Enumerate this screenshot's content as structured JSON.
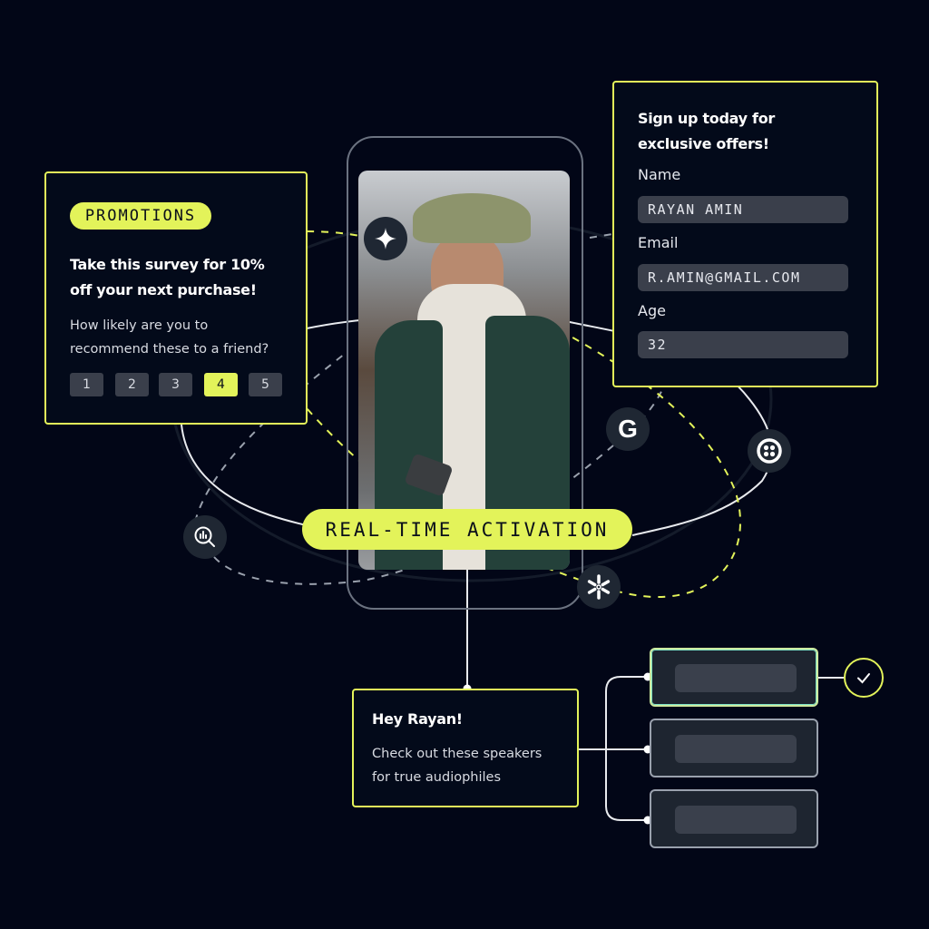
{
  "colors": {
    "background": "#020617",
    "accent": "#e3f35a",
    "teal": "#7fe3c8"
  },
  "promo_card": {
    "badge": "PROMOTIONS",
    "title_line1": "Take this survey for 10%",
    "title_line2": "off your next purchase!",
    "question_line1": "How likely are you to",
    "question_line2": "recommend these to a friend?",
    "ratings": [
      "1",
      "2",
      "3",
      "4",
      "5"
    ],
    "selected_rating": "4"
  },
  "signup_card": {
    "title_line1": "Sign up today for",
    "title_line2": "exclusive offers!",
    "name_label": "Name",
    "name_value": "RAYAN AMIN",
    "email_label": "Email",
    "email_value": "R.AMIN@GMAIL.COM",
    "age_label": "Age",
    "age_value": "32"
  },
  "activation_label": "REAL-TIME ACTIVATION",
  "message_card": {
    "title": "Hey Rayan!",
    "body_line1": "Check out these speakers",
    "body_line2": "for true audiophiles"
  },
  "icons": {
    "sparkle": "sparkle-icon",
    "google": "google-icon",
    "twilio": "twilio-icon",
    "snowflake": "snowflake-icon",
    "analytics": "analytics-search-icon",
    "check": "check-icon"
  }
}
